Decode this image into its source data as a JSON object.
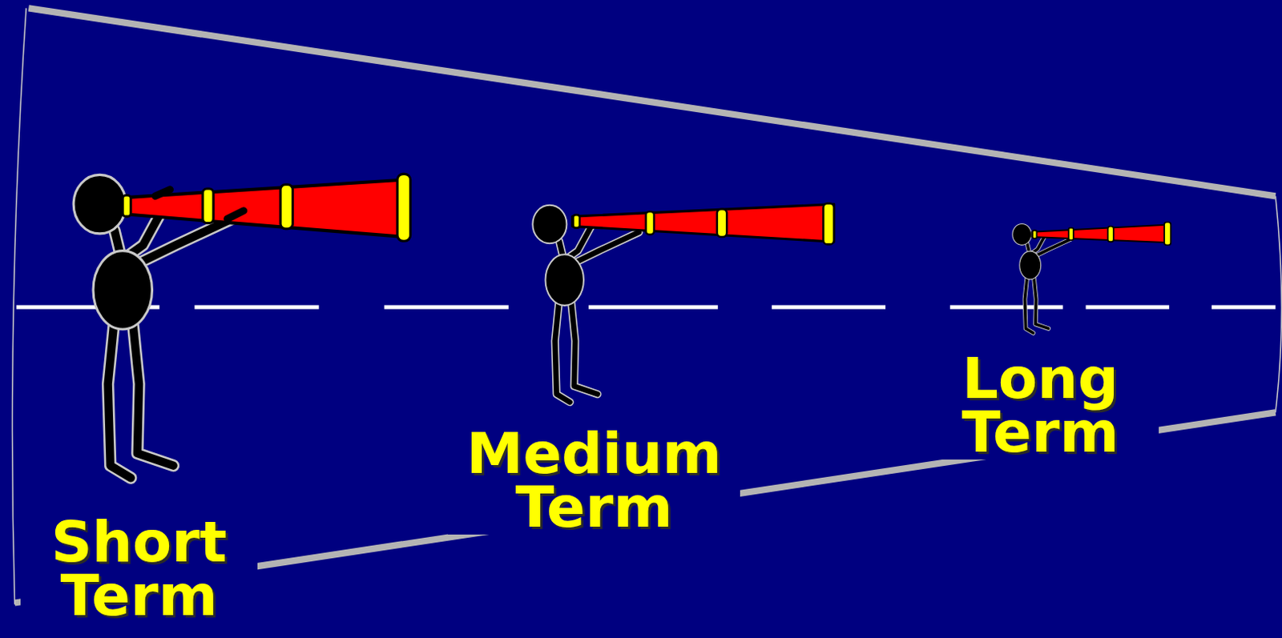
{
  "diagram": {
    "labels": [
      "Short Term",
      "Medium Term",
      "Long Term"
    ]
  }
}
